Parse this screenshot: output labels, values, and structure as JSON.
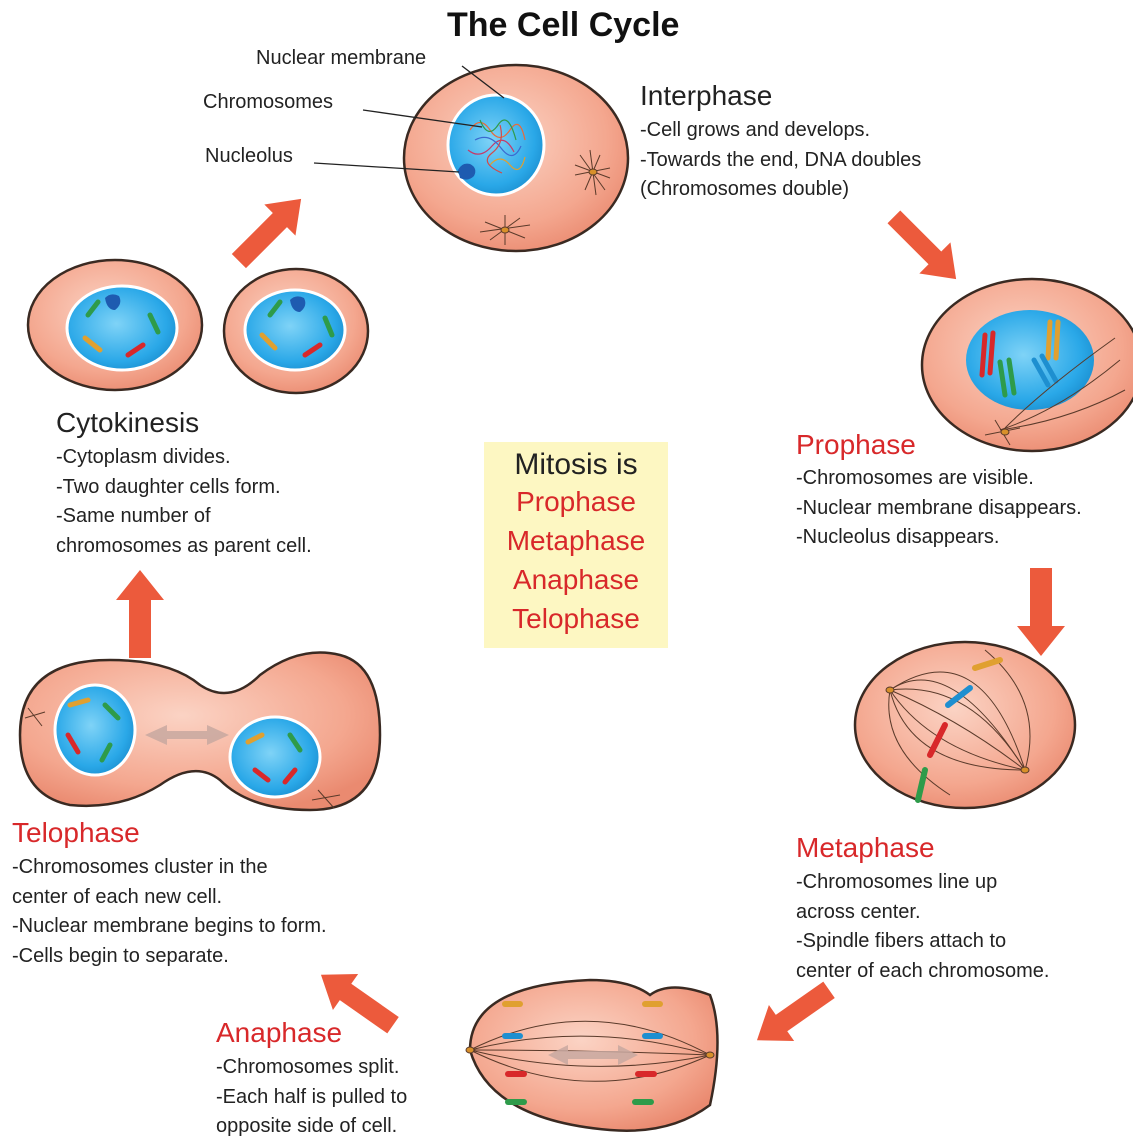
{
  "title": "The Cell Cycle",
  "colors": {
    "heading_red": "#d8282a",
    "cell_fill": "#f2a48c",
    "cell_stroke": "#3a2a22",
    "nucleus_blue": "#2aa8e8",
    "arrow_orange": "#ec5a3c",
    "mitosis_box": "#fdf7c2"
  },
  "interphase": {
    "heading": "Interphase",
    "lines": [
      "-Cell grows and develops.",
      "-Towards the end, DNA doubles",
      "(Chromosomes double)"
    ],
    "pointers": {
      "nuclear_membrane": "Nuclear membrane",
      "chromosomes": "Chromosomes",
      "nucleolus": "Nucleolus"
    }
  },
  "prophase": {
    "heading": "Prophase",
    "lines": [
      "-Chromosomes are visible.",
      "-Nuclear membrane disappears.",
      "-Nucleolus disappears."
    ]
  },
  "metaphase": {
    "heading": "Metaphase",
    "lines": [
      "-Chromosomes line up",
      "across center.",
      "-Spindle fibers attach to",
      "center of each chromosome."
    ]
  },
  "anaphase": {
    "heading": "Anaphase",
    "lines": [
      "-Chromosomes split.",
      "-Each half is pulled to",
      "opposite side of cell."
    ]
  },
  "telophase": {
    "heading": "Telophase",
    "lines": [
      "-Chromosomes cluster in the",
      "center of each new cell.",
      "-Nuclear membrane begins to form.",
      "-Cells begin to separate."
    ]
  },
  "cytokinesis": {
    "heading": "Cytokinesis",
    "lines": [
      "-Cytoplasm divides.",
      "-Two daughter cells form.",
      "-Same number of",
      "chromosomes as parent cell."
    ]
  },
  "mitosis_box": {
    "heading": "Mitosis is",
    "phases": [
      "Prophase",
      "Metaphase",
      "Anaphase",
      "Telophase"
    ]
  }
}
